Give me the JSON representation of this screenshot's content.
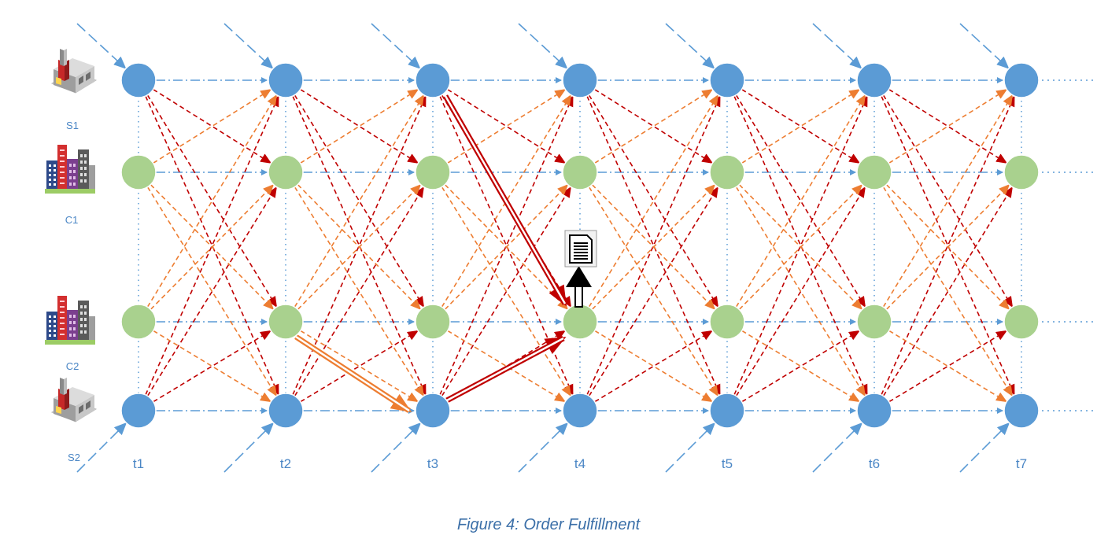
{
  "caption": "Figure 4: Order Fulfillment",
  "rows": [
    {
      "label": "S1",
      "kind": "supplier",
      "icon": "factory-icon",
      "node_color": "#5b9bd5"
    },
    {
      "label": "C1",
      "kind": "customer",
      "icon": "city-buildings-icon",
      "node_color": "#a9d18e"
    },
    {
      "label": "C2",
      "kind": "customer",
      "icon": "city-buildings-icon",
      "node_color": "#a9d18e"
    },
    {
      "label": "S2",
      "kind": "supplier",
      "icon": "factory-icon",
      "node_color": "#5b9bd5"
    }
  ],
  "time_steps": [
    "t1",
    "t2",
    "t3",
    "t4",
    "t5",
    "t6",
    "t7"
  ],
  "order_document_icon": "document-icon",
  "colors": {
    "supplier_node": "#5b9bd5",
    "customer_node": "#a9d18e",
    "timeline": "#5b9bd5",
    "supplier_flow": "#c00000",
    "customer_flow": "#ed7d31",
    "text": "#4a86c5"
  }
}
